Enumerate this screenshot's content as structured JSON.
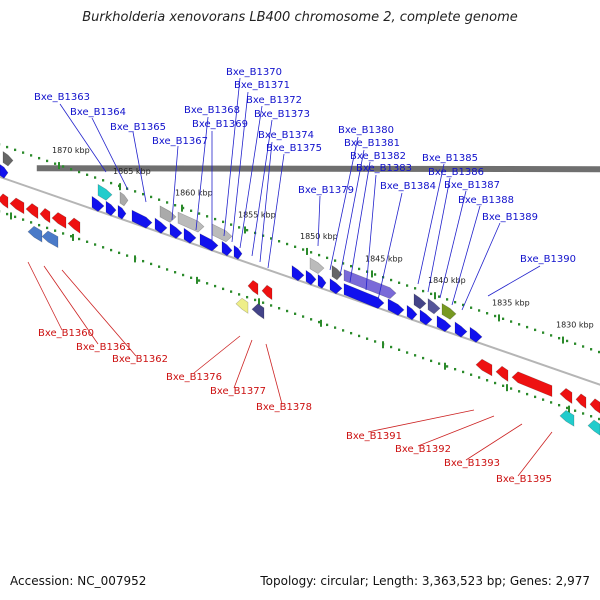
{
  "title": "Burkholderia xenovorans LB400 chromosome 2, complete genome",
  "footer": {
    "accession": "Accession: NC_007952",
    "topology": "Topology: circular; Length: 3,363,523 bp; Genes: 2,977"
  },
  "colors": {
    "forward_label": "#1111cc",
    "reverse_label": "#cc1111",
    "backbone": "#8a8a8a",
    "tick": "#2a8a2a"
  },
  "kbp_ticks": [
    "1870 kbp",
    "1865 kbp",
    "1860 kbp",
    "1855 kbp",
    "1850 kbp",
    "1845 kbp",
    "1840 kbp",
    "1835 kbp",
    "1830 kbp"
  ],
  "top_labels": [
    "Bxe_B1363",
    "Bxe_B1364",
    "Bxe_B1365",
    "Bxe_B1367",
    "Bxe_B1368",
    "Bxe_B1369",
    "Bxe_B1370",
    "Bxe_B1371",
    "Bxe_B1372",
    "Bxe_B1373",
    "Bxe_B1374",
    "Bxe_B1375",
    "Bxe_B1379",
    "Bxe_B1380",
    "Bxe_B1381",
    "Bxe_B1382",
    "Bxe_B1383",
    "Bxe_B1384",
    "Bxe_B1385",
    "Bxe_B1386",
    "Bxe_B1387",
    "Bxe_B1388",
    "Bxe_B1389",
    "Bxe_B1390"
  ],
  "bottom_labels": [
    "Bxe_B1360",
    "Bxe_B1361",
    "Bxe_B1362",
    "Bxe_B1376",
    "Bxe_B1377",
    "Bxe_B1378",
    "Bxe_B1391",
    "Bxe_B1392",
    "Bxe_B1393",
    "Bxe_B1395"
  ]
}
